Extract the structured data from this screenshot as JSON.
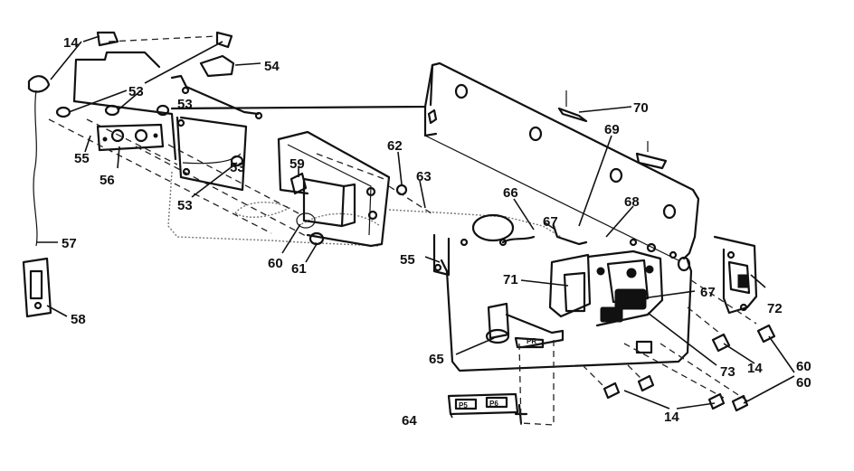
{
  "callouts": [
    {
      "id": "c14a",
      "text": "14"
    },
    {
      "id": "c53a",
      "text": "53"
    },
    {
      "id": "c53b",
      "text": "53"
    },
    {
      "id": "c53c",
      "text": "53"
    },
    {
      "id": "c53d",
      "text": "53"
    },
    {
      "id": "c54",
      "text": "54"
    },
    {
      "id": "c55a",
      "text": "55"
    },
    {
      "id": "c55b",
      "text": "55"
    },
    {
      "id": "c56",
      "text": "56"
    },
    {
      "id": "c57",
      "text": "57"
    },
    {
      "id": "c58",
      "text": "58"
    },
    {
      "id": "c59",
      "text": "59"
    },
    {
      "id": "c60a",
      "text": "60"
    },
    {
      "id": "c60b",
      "text": "60"
    },
    {
      "id": "c60c",
      "text": "60"
    },
    {
      "id": "c61",
      "text": "61"
    },
    {
      "id": "c62",
      "text": "62"
    },
    {
      "id": "c63",
      "text": "63"
    },
    {
      "id": "c64",
      "text": "64"
    },
    {
      "id": "c65",
      "text": "65"
    },
    {
      "id": "c66",
      "text": "66"
    },
    {
      "id": "c67a",
      "text": "67"
    },
    {
      "id": "c67b",
      "text": "67"
    },
    {
      "id": "c68",
      "text": "68"
    },
    {
      "id": "c69",
      "text": "69"
    },
    {
      "id": "c70",
      "text": "70"
    },
    {
      "id": "c71",
      "text": "71"
    },
    {
      "id": "c72",
      "text": "72"
    },
    {
      "id": "c73",
      "text": "73"
    },
    {
      "id": "c14b",
      "text": "14"
    },
    {
      "id": "c14c",
      "text": "14"
    }
  ],
  "labels": {
    "plate_left": "P5",
    "plate_right": "P6",
    "bracket_tag": "PR"
  }
}
